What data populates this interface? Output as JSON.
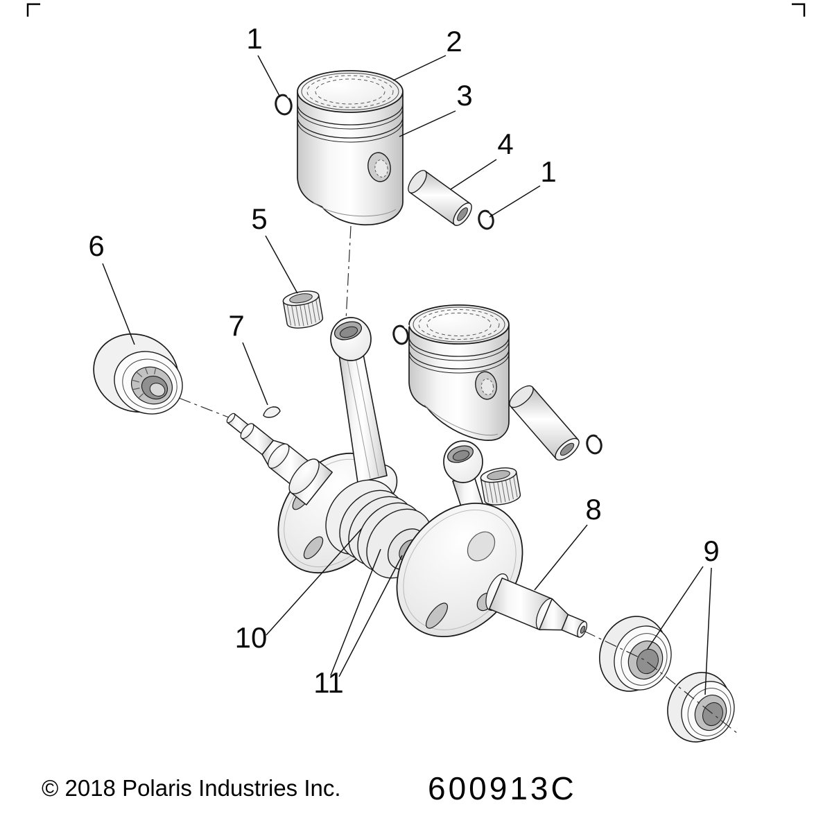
{
  "footer": {
    "copyright": "© 2018 Polaris Industries Inc.",
    "part_number": "600913C"
  },
  "callouts": [
    {
      "label": "1"
    },
    {
      "label": "2"
    },
    {
      "label": "3"
    },
    {
      "label": "4"
    },
    {
      "label": "1"
    },
    {
      "label": "5"
    },
    {
      "label": "6"
    },
    {
      "label": "7"
    },
    {
      "label": "8"
    },
    {
      "label": "9"
    },
    {
      "label": "10"
    },
    {
      "label": "11"
    }
  ]
}
